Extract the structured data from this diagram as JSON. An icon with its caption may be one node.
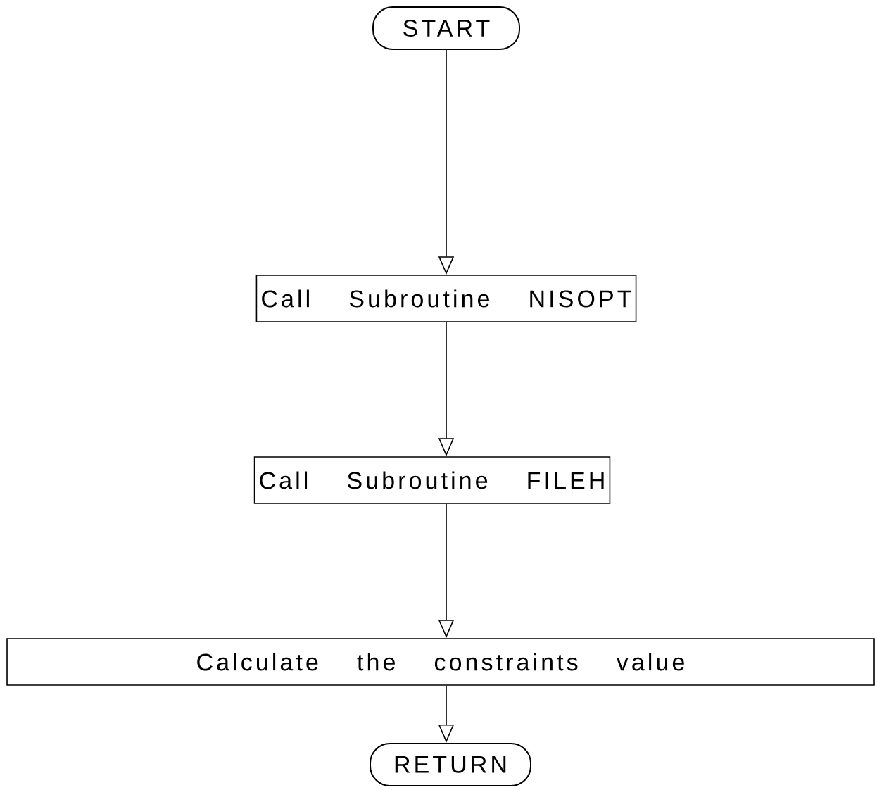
{
  "diagram": {
    "nodes": [
      {
        "text": [
          "START"
        ]
      },
      {
        "text": [
          "Call Subroutine NISOPT"
        ]
      },
      {
        "text": [
          "Call Subroutine FILEH"
        ]
      },
      {
        "text": [
          "Calculate the constraints value"
        ]
      },
      {
        "text": [
          "RETURN"
        ]
      }
    ],
    "edges": [
      {
        "from": 0,
        "to": 1,
        "arrow": "to"
      },
      {
        "from": 1,
        "to": 2,
        "arrow": "to"
      },
      {
        "from": 2,
        "to": 3,
        "arrow": "to"
      },
      {
        "from": 3,
        "to": 4,
        "arrow": "to"
      }
    ]
  }
}
